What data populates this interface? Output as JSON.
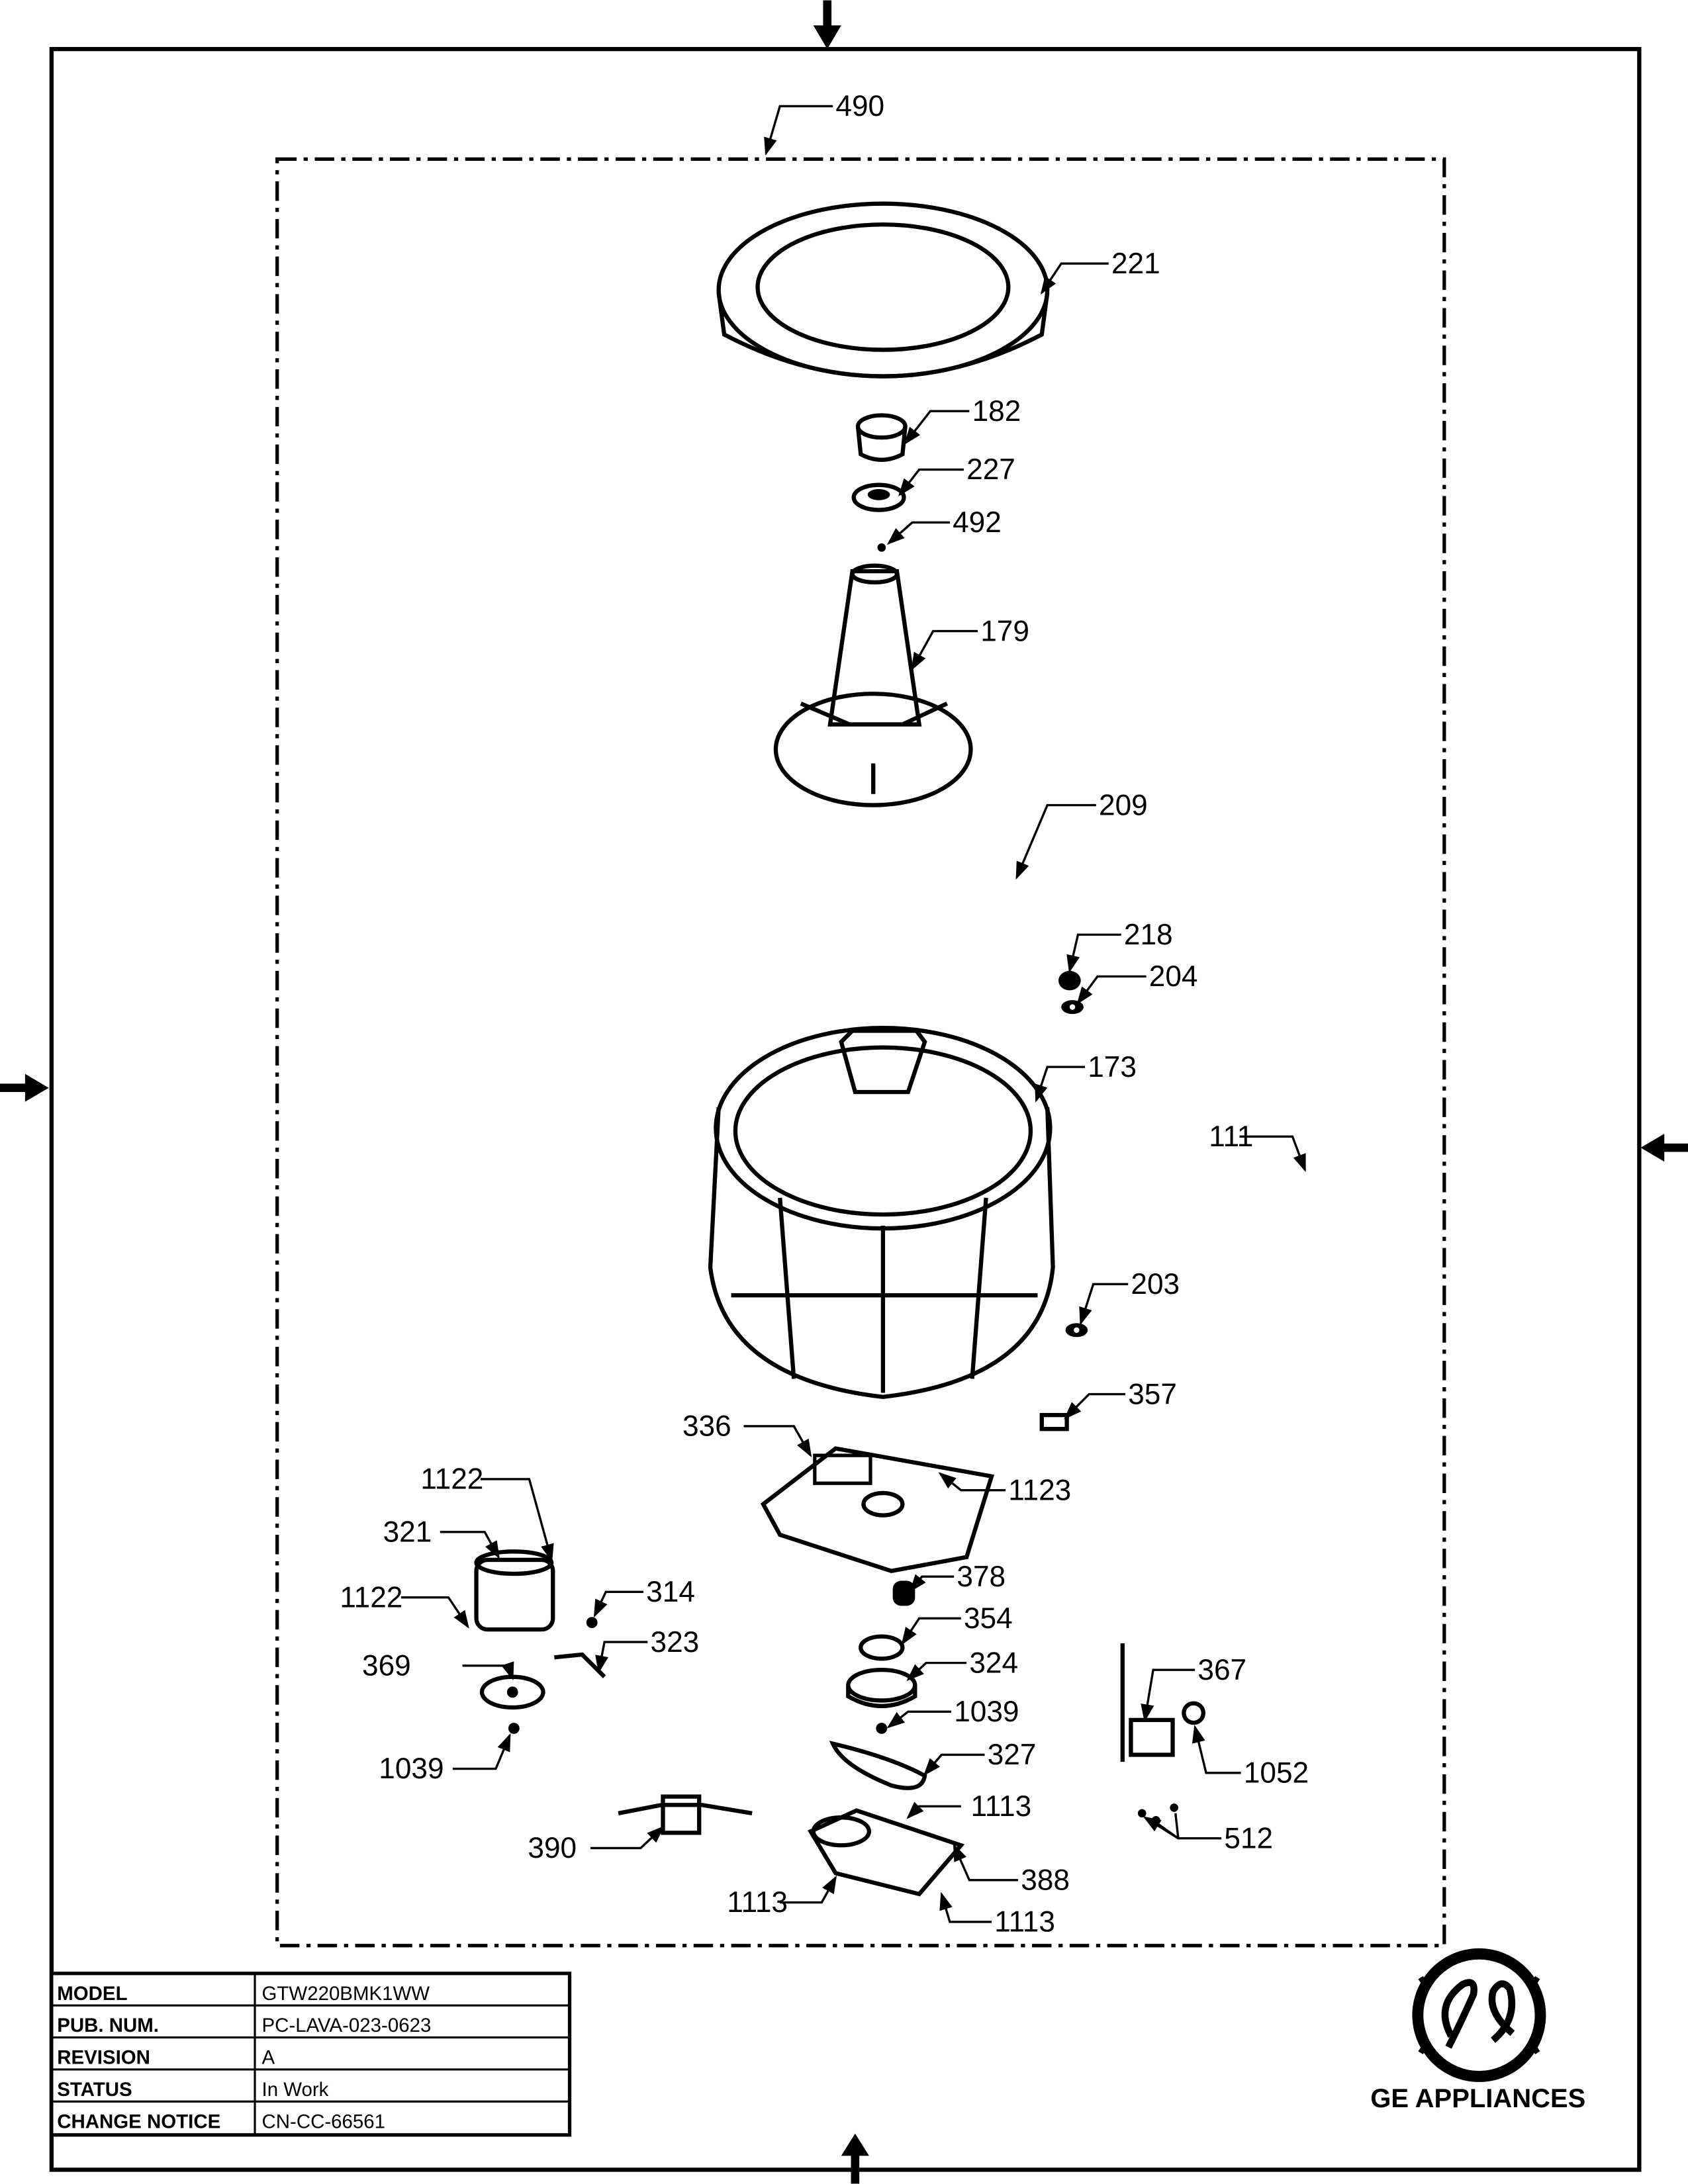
{
  "diagram": {
    "callouts": [
      "490",
      "221",
      "182",
      "227",
      "492",
      "179",
      "209",
      "218",
      "204",
      "173",
      "111",
      "203",
      "357",
      "336",
      "1123",
      "1122",
      "321",
      "1122",
      "314",
      "323",
      "378",
      "354",
      "324",
      "369",
      "1039",
      "367",
      "327",
      "1039",
      "1052",
      "1113",
      "512",
      "390",
      "388",
      "1113",
      "1113"
    ]
  },
  "title_block": {
    "rows": [
      {
        "label": "MODEL",
        "value": "GTW220BMK1WW"
      },
      {
        "label": "PUB. NUM.",
        "value": "PC-LAVA-023-0623"
      },
      {
        "label": "REVISION",
        "value": "A"
      },
      {
        "label": "STATUS",
        "value": "In Work"
      },
      {
        "label": "CHANGE NOTICE",
        "value": "CN-CC-66561"
      }
    ]
  },
  "brand": {
    "name": "GE APPLIANCES",
    "logo_text": "GE"
  }
}
